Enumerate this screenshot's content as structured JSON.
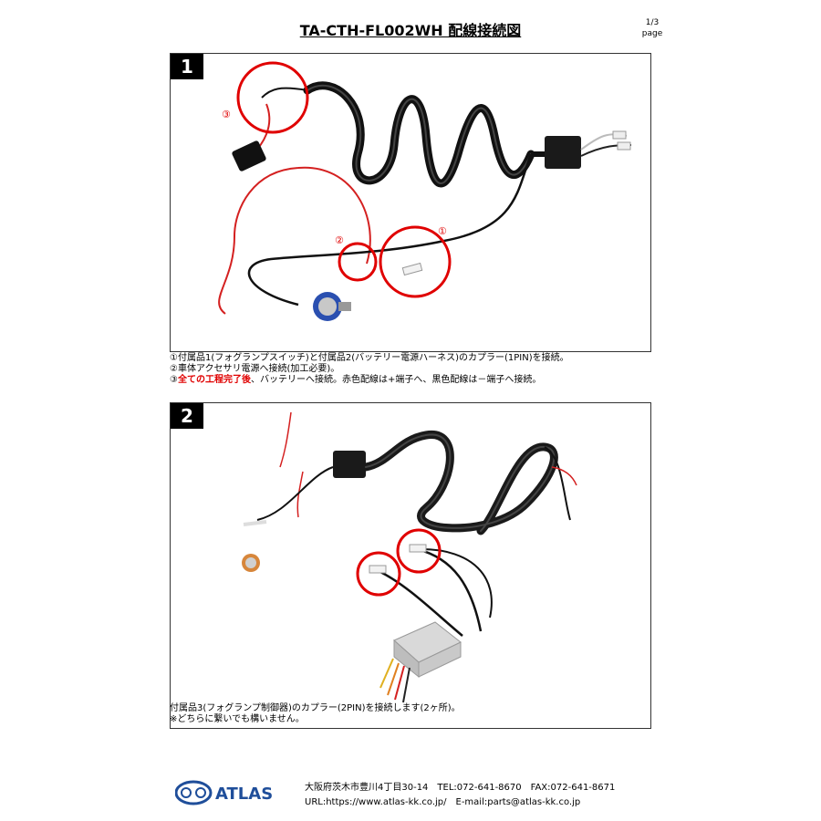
{
  "header": {
    "title": "TA-CTH-FL002WH 配線接続図",
    "page_number": "1/3",
    "page_label": "page"
  },
  "section1": {
    "badge": "1",
    "markers": [
      "③",
      "②",
      "①"
    ],
    "note1": "①付属品1(フォグランプスイッチ)と付属品2(バッテリー電源ハーネス)のカプラー(1PIN)を接続。",
    "note2": "②車体アクセサリ電源へ接続(加工必要)。",
    "note3_prefix": "③",
    "note3_red": "全ての工程完了後",
    "note3_rest": "、バッテリーへ接続。赤色配線は+端子へ、黒色配線は－端子へ接続。"
  },
  "section2": {
    "badge": "2",
    "note1": "付属品3(フォグランプ制御器)のカプラー(2PIN)を接続します(2ヶ所)。",
    "note2": "※どちらに繋いでも構いません。"
  },
  "footer": {
    "logo_text": "ATLAS",
    "address": "大阪府茨木市豊川4丁目30-14　TEL:072-641-8670　FAX:072-641-8671",
    "contact": "URL:https://www.atlas-kk.co.jp/　E-mail:parts@atlas-kk.co.jp"
  },
  "colors": {
    "accent_red": "#e00000",
    "logo_blue": "#1f4e9a"
  }
}
